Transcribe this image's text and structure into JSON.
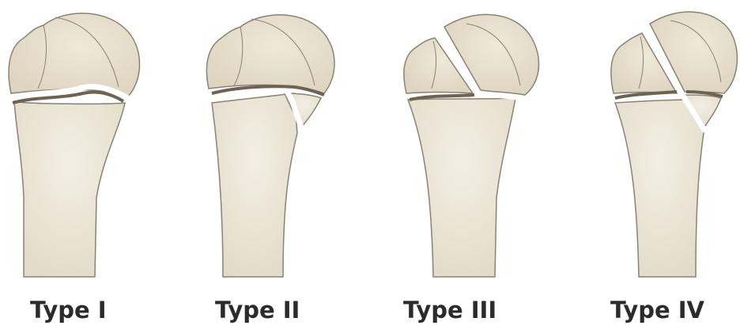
{
  "diagram": {
    "colors": {
      "bone_fill": "#e6e0cf",
      "bone_highlight": "#f3efe4",
      "bone_outline": "#8a8272",
      "growth_plate": "#6e6352",
      "fracture_gap": "#ffffff",
      "label_text": "#2b2b2b"
    },
    "panels": [
      {
        "label": "Type I"
      },
      {
        "label": "Type II"
      },
      {
        "label": "Type III"
      },
      {
        "label": "Type IV"
      }
    ]
  }
}
